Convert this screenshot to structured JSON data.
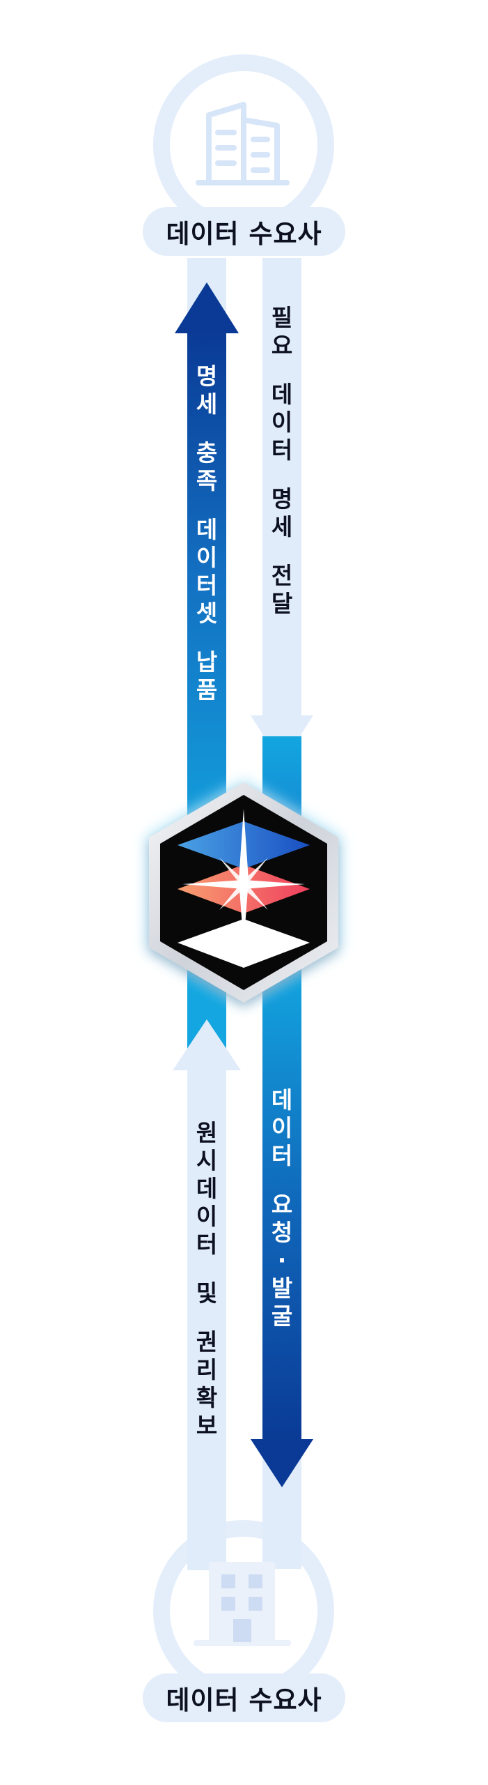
{
  "top_node": {
    "label": "데이터 수요사",
    "icon": "office-building-icon"
  },
  "bottom_node": {
    "label": "데이터 수요사",
    "icon": "building-door-icon"
  },
  "center_hub": {
    "icon": "layered-star-hexagon-icon"
  },
  "arrows": {
    "spec_dataset_delivery": {
      "direction": "up",
      "words": [
        "명세",
        "충족",
        "데이터셋",
        "납품"
      ]
    },
    "required_spec_transfer": {
      "direction": "down",
      "words": [
        "필요",
        "데이터",
        "명세",
        "전달"
      ]
    },
    "raw_data_rights": {
      "direction": "up",
      "words": [
        "원시데이터",
        "및",
        "권리확보"
      ]
    },
    "data_request_mining": {
      "direction": "down",
      "words": [
        "데이터",
        "요청·발굴"
      ]
    }
  },
  "colors": {
    "pill_bg": "#e4eefb",
    "pale_arrow": "#e1ecfb",
    "deep_blue": "#0a3a95",
    "cyan": "#13a6e0",
    "hub_dark": "#080808",
    "hub_red": "#f05a6a",
    "hub_blue": "#1f5fcf"
  }
}
